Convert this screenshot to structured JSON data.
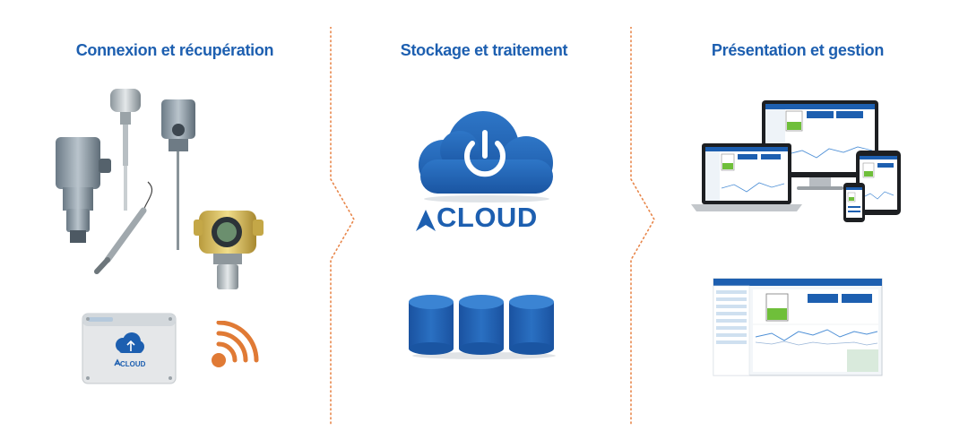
{
  "columns": [
    {
      "title": "Connexion et récupération"
    },
    {
      "title": "Stockage et traitement"
    },
    {
      "title": "Présentation et gestion"
    }
  ],
  "cloud_logo": {
    "text": "CLOUD"
  },
  "box_logo": {
    "text": "CLOUD"
  },
  "colors": {
    "brand_blue": "#1d5fb0",
    "divider_orange": "#e8864a",
    "signal_orange": "#e07a35"
  },
  "icons": [
    "power-icon",
    "cloud-icon",
    "database-icon",
    "wifi-signal-icon"
  ]
}
